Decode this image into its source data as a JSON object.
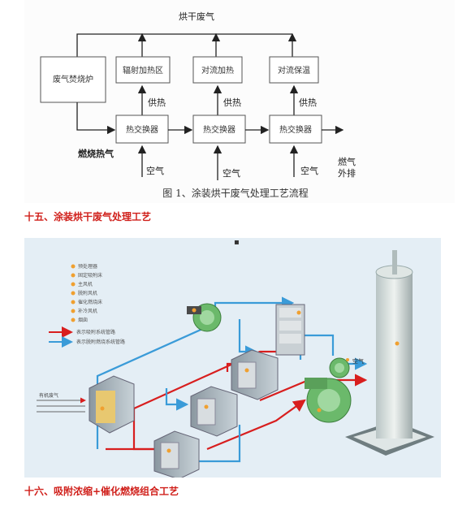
{
  "figure1": {
    "top_label": "烘干废气",
    "boxes": {
      "incinerator": "废气焚烧炉",
      "zone_radiant": "辐射加热区",
      "zone_convection_heat": "对流加热",
      "zone_convection_keep": "对流保温",
      "hx1": "热交换器",
      "hx2": "热交换器",
      "hx3": "热交换器"
    },
    "labels": {
      "supply1": "供热",
      "supply2": "供热",
      "supply3": "供热",
      "flue": "燃烧热气",
      "air1": "空气",
      "air2": "空气",
      "air3": "空气",
      "exhaust_line1": "燃气",
      "exhaust_line2": "外排"
    },
    "caption": "图 1、涂装烘干废气处理工艺流程"
  },
  "section15_title": "十五、涂装烘干废气处理工艺",
  "figure2": {
    "legend": [
      "预处理器",
      "固定吸附床",
      "主风机",
      "脱附风机",
      "催化燃烧床",
      "补冷风机",
      "烟囱"
    ],
    "legend_arrows": [
      "表示吸附系统管路",
      "表示脱附燃烧系统管路"
    ],
    "inlet_label": "有机废气",
    "air_label": "空气",
    "colors": {
      "red_pipe": "#d81e1e",
      "blue_pipe": "#3a9bd8",
      "legend_dot": "#f0a030"
    }
  },
  "section16_title": "十六、吸附浓缩+催化燃烧组合工艺"
}
